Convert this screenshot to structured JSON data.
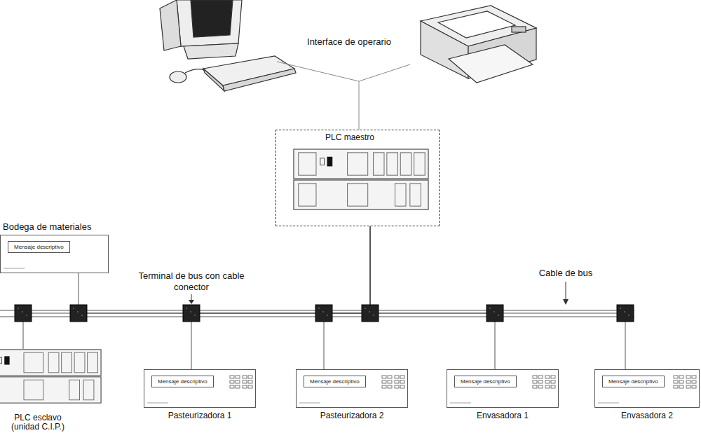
{
  "diagram": {
    "nodes": [
      {
        "text": [
          "PLC maestro"
        ]
      },
      {
        "text": [
          "Bodega de materiales",
          "Mensaje descriptivo"
        ]
      },
      {
        "text": [
          "PLC esclavo (unidad C.I.P.)"
        ]
      },
      {
        "text": [
          "Mensaje descriptivo",
          "Pasteurizadora 1"
        ]
      },
      {
        "text": [
          "Mensaje descriptivo",
          "Pasteurizadora 2"
        ]
      },
      {
        "text": [
          "Mensaje descriptivo",
          "Envasadora 1"
        ]
      },
      {
        "text": [
          "Mensaje descriptivo",
          "Envasadora 2"
        ]
      }
    ],
    "edges": [
      {
        "from": 0,
        "to": 1,
        "arrow": "none"
      },
      {
        "from": 0,
        "to": 2,
        "arrow": "none"
      },
      {
        "from": 0,
        "to": 3,
        "arrow": "none"
      },
      {
        "from": 0,
        "to": 4,
        "arrow": "none"
      },
      {
        "from": 0,
        "to": 5,
        "arrow": "none"
      },
      {
        "from": 0,
        "to": 6,
        "arrow": "none"
      }
    ],
    "labels": [
      "Interface de operario",
      "Terminal de bus con cable conector",
      "Cable de bus"
    ]
  }
}
